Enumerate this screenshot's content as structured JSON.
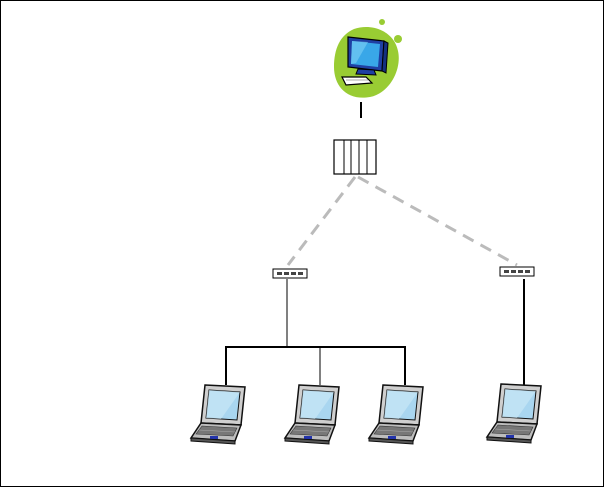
{
  "diagram": {
    "type": "network-topology",
    "nodes": [
      {
        "id": "server",
        "kind": "desktop-computer",
        "icon": "desktop-computer-icon",
        "highlight_color": "#99cc33"
      },
      {
        "id": "patch-panel",
        "kind": "rack",
        "icon": "rack-icon"
      },
      {
        "id": "switch-left",
        "kind": "network-switch",
        "icon": "switch-icon"
      },
      {
        "id": "switch-right",
        "kind": "network-switch",
        "icon": "switch-icon"
      },
      {
        "id": "laptop-1",
        "kind": "laptop",
        "icon": "laptop-icon"
      },
      {
        "id": "laptop-2",
        "kind": "laptop",
        "icon": "laptop-icon"
      },
      {
        "id": "laptop-3",
        "kind": "laptop",
        "icon": "laptop-icon"
      },
      {
        "id": "laptop-4",
        "kind": "laptop",
        "icon": "laptop-icon"
      }
    ],
    "links": [
      {
        "from": "server",
        "to": "patch-panel",
        "style": "solid"
      },
      {
        "from": "patch-panel",
        "to": "switch-left",
        "style": "dashed",
        "color": "#bbbbbb"
      },
      {
        "from": "patch-panel",
        "to": "switch-right",
        "style": "dashed",
        "color": "#bbbbbb"
      },
      {
        "from": "switch-left",
        "to": "laptop-1",
        "style": "solid"
      },
      {
        "from": "switch-left",
        "to": "laptop-2",
        "style": "solid"
      },
      {
        "from": "switch-left",
        "to": "laptop-3",
        "style": "solid"
      },
      {
        "from": "switch-right",
        "to": "laptop-4",
        "style": "solid"
      }
    ]
  }
}
